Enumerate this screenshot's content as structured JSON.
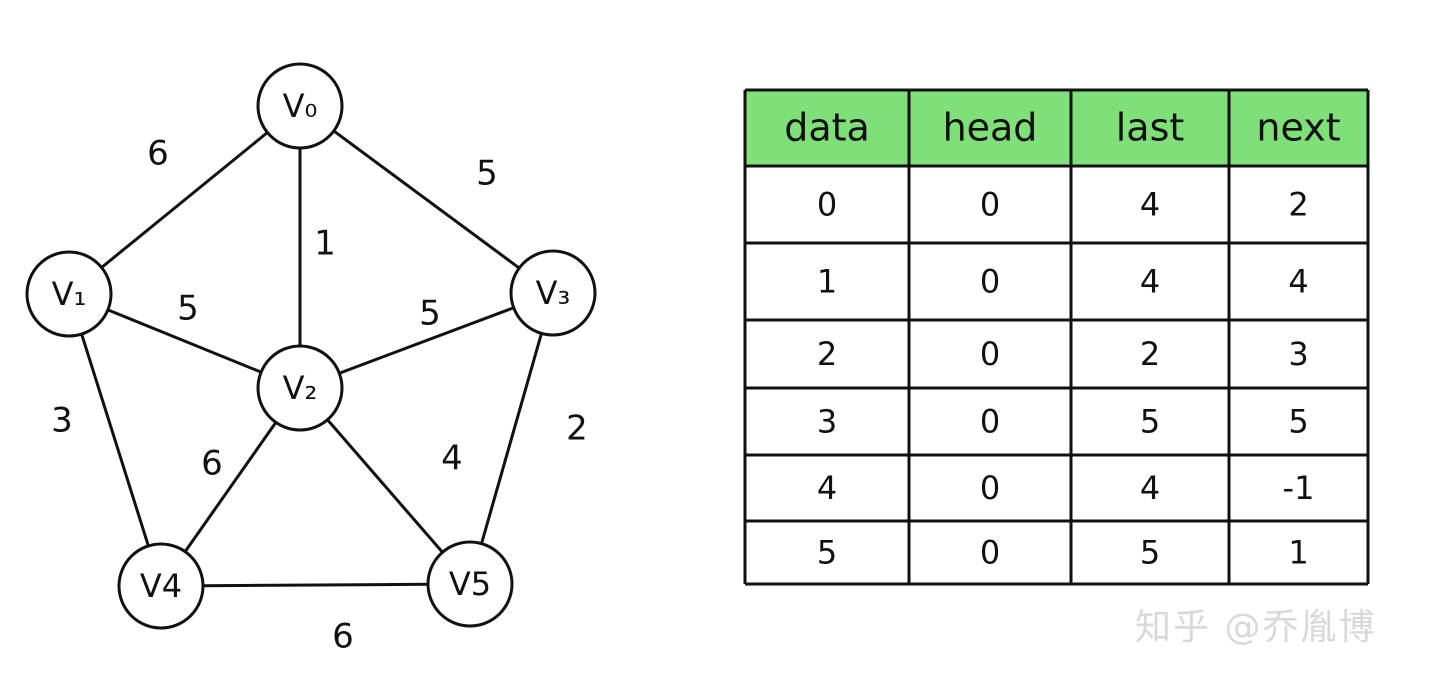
{
  "graph": {
    "nodes": [
      {
        "id": "V0",
        "label": "V₀"
      },
      {
        "id": "V1",
        "label": "V₁"
      },
      {
        "id": "V2",
        "label": "V₂"
      },
      {
        "id": "V3",
        "label": "V₃"
      },
      {
        "id": "V4",
        "label": "V4"
      },
      {
        "id": "V5",
        "label": "V5"
      }
    ],
    "edges": [
      {
        "from": "V0",
        "to": "V1",
        "weight": "6"
      },
      {
        "from": "V0",
        "to": "V2",
        "weight": "1"
      },
      {
        "from": "V0",
        "to": "V3",
        "weight": "5"
      },
      {
        "from": "V1",
        "to": "V2",
        "weight": "5"
      },
      {
        "from": "V2",
        "to": "V3",
        "weight": "5"
      },
      {
        "from": "V1",
        "to": "V4",
        "weight": "3"
      },
      {
        "from": "V2",
        "to": "V4",
        "weight": "6"
      },
      {
        "from": "V2",
        "to": "V5",
        "weight": "4"
      },
      {
        "from": "V3",
        "to": "V5",
        "weight": "2"
      },
      {
        "from": "V4",
        "to": "V5",
        "weight": "6"
      }
    ]
  },
  "table": {
    "header_color": "#7fe07a",
    "columns": [
      "data",
      "head",
      "last",
      "next"
    ],
    "rows": [
      [
        "0",
        "0",
        "4",
        "2"
      ],
      [
        "1",
        "0",
        "4",
        "4"
      ],
      [
        "2",
        "0",
        "2",
        "3"
      ],
      [
        "3",
        "0",
        "5",
        "5"
      ],
      [
        "4",
        "0",
        "4",
        "-1"
      ],
      [
        "5",
        "0",
        "5",
        "1"
      ]
    ]
  },
  "watermark": "知乎 @乔胤博"
}
